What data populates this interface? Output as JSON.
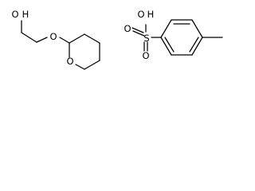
{
  "molecule_1": {
    "atoms": {
      "hydroxyl_oxygen": "O",
      "hydroxyl_hydrogen": "H",
      "ether_oxygen": "O",
      "ring_oxygen": "O"
    }
  },
  "molecule_2": {
    "atoms": {
      "hydroxyl_oxygen": "O",
      "hydroxyl_hydrogen": "H",
      "sulfur": "S",
      "double_bond_oxygen_top": "O",
      "double_bond_oxygen_bottom": "O"
    }
  }
}
